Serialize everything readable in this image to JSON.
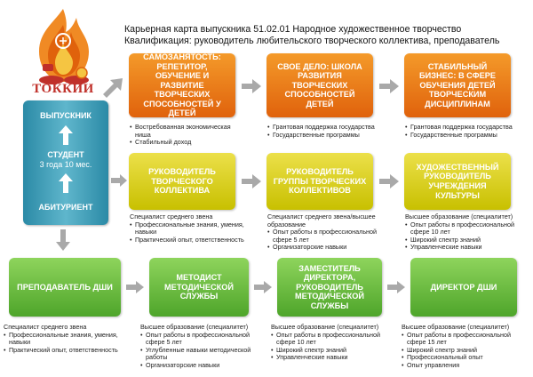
{
  "logo": {
    "text": "ТОККИИ"
  },
  "title": {
    "line1": "Карьерная карта выпускника 51.02.01 Народное художественное творчество",
    "line2": "Квалификация: руководитель любительского творческого коллектива, преподаватель"
  },
  "left_column": {
    "top": "ВЫПУСКНИК",
    "middle_line1": "СТУДЕНТ",
    "middle_line2": "3 года 10 мес.",
    "bottom": "АБИТУРИЕНТ"
  },
  "row1": [
    {
      "label": "САМОЗАНЯТОСТЬ: репетитор, обучение и развитие творческих способностей у детей",
      "items": [
        "Востребованная экономическая ниша",
        "Стабильный доход"
      ]
    },
    {
      "label": "СВОЕ ДЕЛО: школа развития творческих способностей детей",
      "items": [
        "Грантовая поддержка государства",
        "Государственные программы"
      ]
    },
    {
      "label": "СТАБИЛЬНЫЙ БИЗНЕС: в сфере обучения детей творческим дисциплинам",
      "items": [
        "Грантовая поддержка государства",
        "Государственные программы"
      ]
    }
  ],
  "row2": [
    {
      "label": "РУКОВОДИТЕЛЬ ТВОРЧЕСКОГО КОЛЛЕКТИВА",
      "intro": "Специалист среднего звена",
      "items": [
        "Профессиональные знания, умения, навыки",
        "Практический опыт, ответственность"
      ]
    },
    {
      "label": "РУКОВОДИТЕЛЬ ГРУППЫ ТВОРЧЕСКИХ КОЛЛЕКТИВОВ",
      "intro": "Специалист среднего звена/высшее образование",
      "items": [
        "Опыт работы в профессиональной сфере 5 лет",
        "Организаторские навыки"
      ]
    },
    {
      "label": "ХУДОЖЕСТВЕННЫЙ РУКОВОДИТЕЛЬ УЧРЕЖДЕНИЯ КУЛЬТУРЫ",
      "intro": "Высшее образование (специалитет)",
      "items": [
        "Опыт работы в профессиональной сфере 10 лет",
        "Широкий спектр знаний",
        "Управленческие навыки"
      ]
    }
  ],
  "row3": [
    {
      "label": "ПРЕПОДАВАТЕЛЬ ДШИ",
      "intro": "Специалист среднего звена",
      "items": [
        "Профессиональные знания, умения, навыки",
        "Практический опыт, ответственность"
      ]
    },
    {
      "label": "МЕТОДИСТ МЕТОДИЧЕСКОЙ СЛУЖБЫ",
      "intro": "Высшее образование (специалитет)",
      "items": [
        "Опыт работы в профессиональной сфере 5 лет",
        "Углубленные навыки методической работы",
        "Организаторские навыки"
      ]
    },
    {
      "label": "ЗАМЕСТИТЕЛЬ ДИРЕКТОРА, РУКОВОДИТЕЛЬ МЕТОДИЧЕСКОЙ СЛУЖБЫ",
      "intro": "Высшее образование (специалитет)",
      "items": [
        "Опыт работы в профессиональной сфере 10 лет",
        "Широкий спектр знаний",
        "Управленческие навыки"
      ]
    },
    {
      "label": "ДИРЕКТОР ДШИ",
      "intro": "Высшее образование (специалитет)",
      "items": [
        "Опыт работы в профессиональной сфере 15 лет",
        "Широкий спектр знаний",
        "Профессиональный опыт",
        "Опыт управления"
      ]
    }
  ],
  "colors": {
    "orange": "#e0620c",
    "yellow": "#c8c000",
    "green": "#4ea52a",
    "blue": "#2b8aa6",
    "arrow": "#a9a9a9",
    "logo_red": "#c0302a",
    "logo_orange": "#f08a24"
  }
}
